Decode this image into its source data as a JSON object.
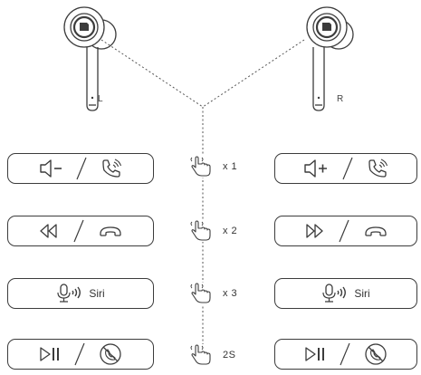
{
  "earbuds": {
    "left_label": "L",
    "right_label": "R"
  },
  "rows": [
    {
      "tap_label": "x 1",
      "left": {
        "icons": [
          "volume-down-icon",
          "phone-answer-icon"
        ],
        "text": ""
      },
      "right": {
        "icons": [
          "volume-up-icon",
          "phone-answer-icon"
        ],
        "text": ""
      }
    },
    {
      "tap_label": "x 2",
      "left": {
        "icons": [
          "previous-track-icon",
          "hang-up-icon"
        ],
        "text": ""
      },
      "right": {
        "icons": [
          "next-track-icon",
          "hang-up-icon"
        ],
        "text": ""
      }
    },
    {
      "tap_label": "x 3",
      "left": {
        "icons": [
          "microphone-icon"
        ],
        "text": "Siri"
      },
      "right": {
        "icons": [
          "microphone-icon"
        ],
        "text": "Siri"
      }
    },
    {
      "tap_label": "2S",
      "left": {
        "icons": [
          "play-pause-icon",
          "reject-call-icon"
        ],
        "text": ""
      },
      "right": {
        "icons": [
          "play-pause-icon",
          "reject-call-icon"
        ],
        "text": ""
      }
    }
  ],
  "colors": {
    "stroke": "#3c3c3c",
    "dash": "#555555",
    "background": "#ffffff"
  }
}
